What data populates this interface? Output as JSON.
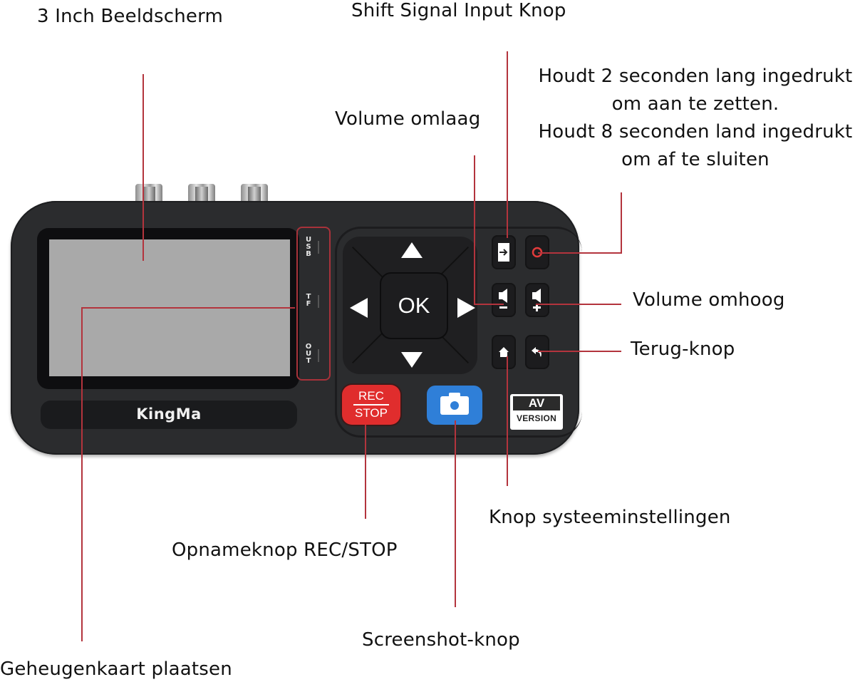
{
  "labels": {
    "screen": "3 Inch Beeldscherm",
    "input_shift": "Shift Signal Input Knop",
    "power_line1": "Houdt 2 seconden lang ingedrukt",
    "power_line2": "om aan te zetten.",
    "power_line3": "Houdt 8 seconden land ingedrukt",
    "power_line4": "om af te sluiten",
    "volume_down": "Volume omlaag",
    "volume_up": "Volume omhoog",
    "back": "Terug-knop",
    "settings": "Knop systeeminstellingen",
    "record": "Opnameknop REC/STOP",
    "screenshot": "Screenshot-knop",
    "memory_card": "Geheugenkaart plaatsen"
  },
  "device": {
    "brand": "KingMa",
    "ok_label": "OK",
    "rec_top": "REC",
    "rec_bottom": "STOP",
    "av_top": "AV",
    "av_bottom": "VERSION",
    "ports": [
      "USB",
      "TF",
      "OUT"
    ],
    "colors": {
      "body": "#2b2c2e",
      "screen": "#a9a9a9",
      "rec_button": "#e02d2d",
      "screenshot_button": "#2f7fd8",
      "leader_line": "#b3343d"
    }
  }
}
